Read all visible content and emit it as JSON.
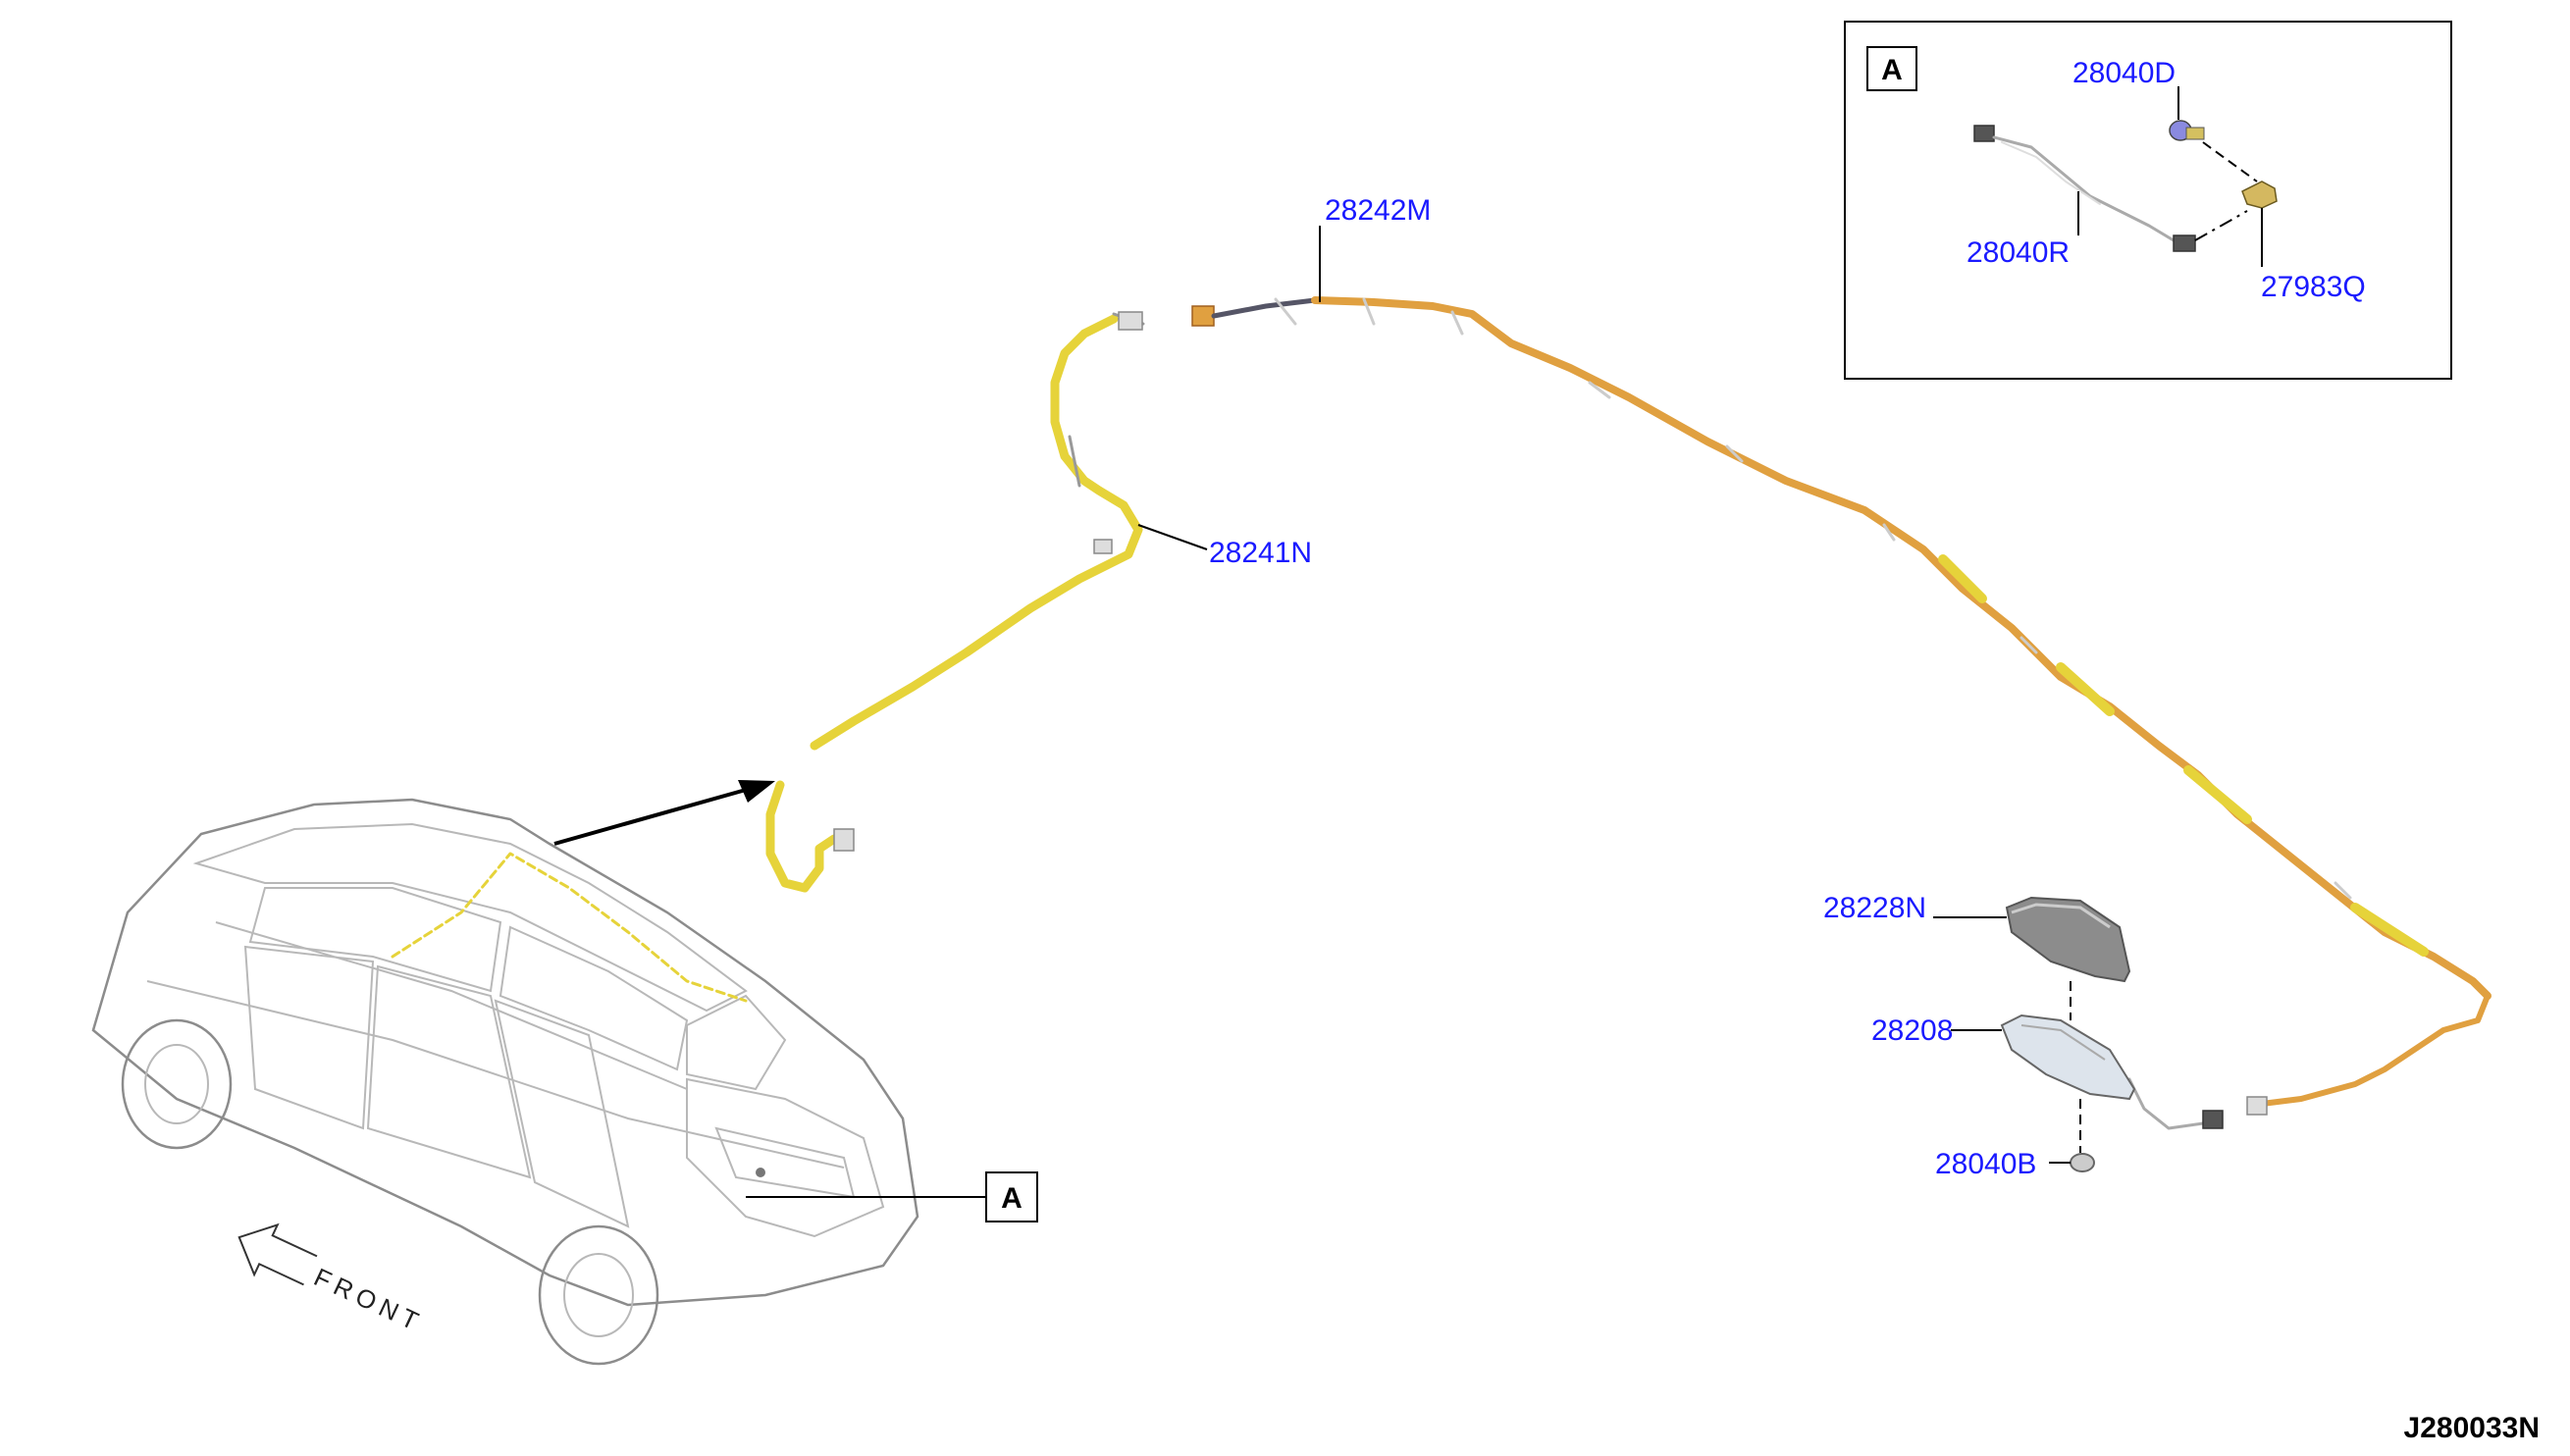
{
  "diagram_code": "J280033N",
  "front_label": "FRONT",
  "detail_box_letter": "A",
  "car_box_letter": "A",
  "callouts": {
    "p28242M": "28242M",
    "p28241N": "28241N",
    "p28228N": "28228N",
    "p28208": "28208",
    "p28040B": "28040B",
    "p28040D": "28040D",
    "p28040R": "28040R",
    "p27983Q": "27983Q"
  },
  "colors": {
    "callout_text": "#1a1aff",
    "harness_yellow": "#e6d33a",
    "harness_orange": "#e0a040"
  },
  "icons": {
    "front_arrow": "hollow-arrow-icon"
  }
}
